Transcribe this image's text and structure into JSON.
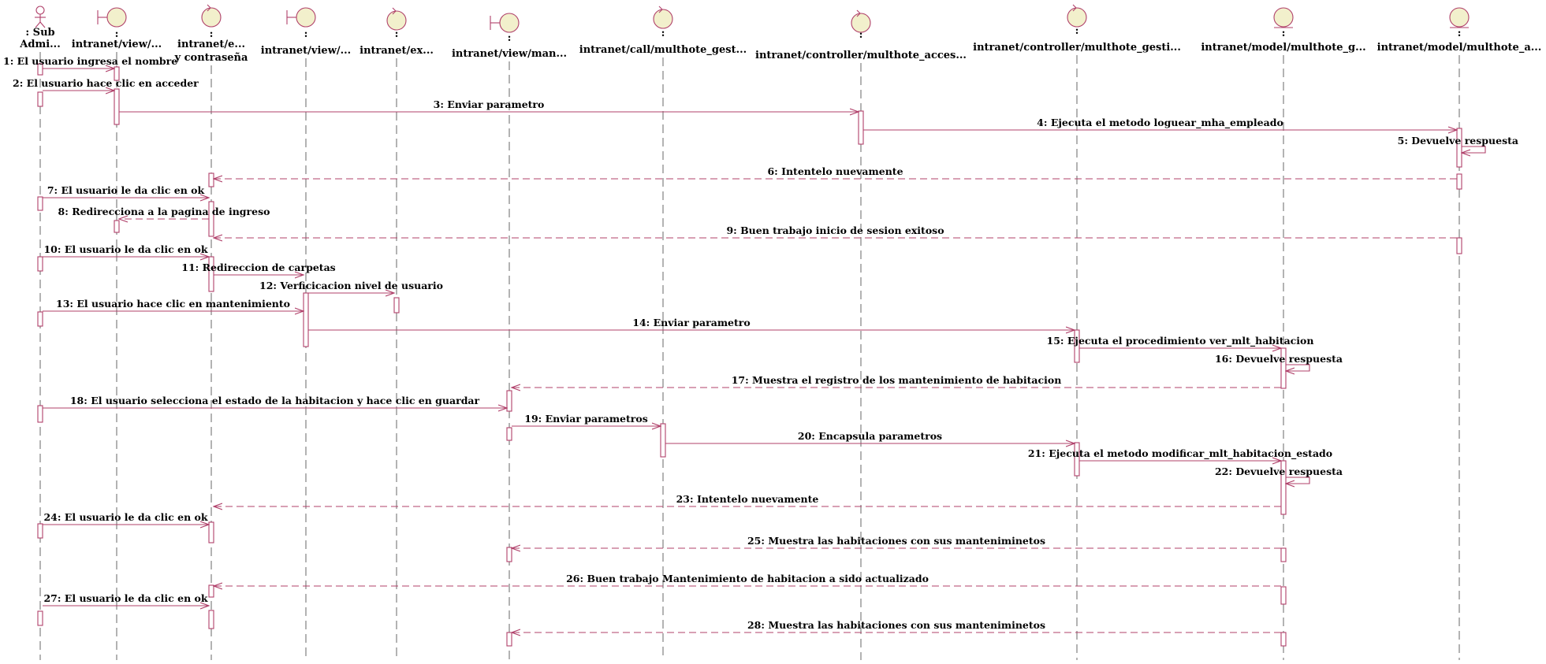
{
  "participants": [
    {
      "id": "p0",
      "type": "actor",
      "labels": [
        ": Sub",
        "Admi..."
      ]
    },
    {
      "id": "p1",
      "type": "boundary",
      "labels": [
        ":",
        "intranet/view/..."
      ]
    },
    {
      "id": "p2",
      "type": "control",
      "labels": [
        ":",
        "intranet/e...",
        " y contraseña"
      ]
    },
    {
      "id": "p3",
      "type": "boundary",
      "labels": [
        ":",
        "intranet/view/..."
      ]
    },
    {
      "id": "p4",
      "type": "control",
      "labels": [
        ":",
        "intranet/ex..."
      ]
    },
    {
      "id": "p5",
      "type": "boundary",
      "labels": [
        ":",
        "intranet/view/man..."
      ]
    },
    {
      "id": "p6",
      "type": "control",
      "labels": [
        ":",
        "intranet/call/multhote_gest..."
      ]
    },
    {
      "id": "p7",
      "type": "control",
      "labels": [
        ":",
        "intranet/controller/multhote_acces..."
      ]
    },
    {
      "id": "p8",
      "type": "control",
      "labels": [
        ":",
        "intranet/controller/multhote_gesti..."
      ]
    },
    {
      "id": "p9",
      "type": "entity",
      "labels": [
        ":",
        "intranet/model/multhote_g..."
      ]
    },
    {
      "id": "p10",
      "type": "entity",
      "labels": [
        ":",
        "intranet/model/multhote_a..."
      ]
    }
  ],
  "messages": [
    {
      "n": 1,
      "text": "1: El usuario ingresa el nombre",
      "from": "p0",
      "to": "p1",
      "kind": "sync"
    },
    {
      "n": 2,
      "text": "2: El usuario hace clic en acceder",
      "from": "p0",
      "to": "p1",
      "kind": "sync"
    },
    {
      "n": 3,
      "text": "3: Enviar parametro",
      "from": "p1",
      "to": "p7",
      "kind": "sync"
    },
    {
      "n": 4,
      "text": "4: Ejecuta el metodo loguear_mha_empleado",
      "from": "p7",
      "to": "p10",
      "kind": "sync"
    },
    {
      "n": 5,
      "text": "5: Devuelve respuesta",
      "from": "p10",
      "to": "p10",
      "kind": "self"
    },
    {
      "n": 6,
      "text": "6: Intentelo nuevamente",
      "from": "p10",
      "to": "p2",
      "kind": "return"
    },
    {
      "n": 7,
      "text": "7: El usuario le da clic en ok",
      "from": "p0",
      "to": "p2",
      "kind": "sync"
    },
    {
      "n": 8,
      "text": "8: Redirecciona a la pagina de ingreso",
      "from": "p2",
      "to": "p1",
      "kind": "return"
    },
    {
      "n": 9,
      "text": "9: Buen trabajo inicio de sesion exitoso",
      "from": "p10",
      "to": "p2",
      "kind": "return"
    },
    {
      "n": 10,
      "text": "10: El usuario le da clic en ok",
      "from": "p0",
      "to": "p2",
      "kind": "sync"
    },
    {
      "n": 11,
      "text": "11: Redireccion de carpetas",
      "from": "p2",
      "to": "p3",
      "kind": "sync"
    },
    {
      "n": 12,
      "text": "12: Verficicacion nivel de usuario",
      "from": "p3",
      "to": "p4",
      "kind": "sync"
    },
    {
      "n": 13,
      "text": "13: El usuario hace clic en mantenimiento",
      "from": "p0",
      "to": "p3",
      "kind": "sync"
    },
    {
      "n": 14,
      "text": "14: Enviar parametro",
      "from": "p3",
      "to": "p8",
      "kind": "sync"
    },
    {
      "n": 15,
      "text": "15: Ejecuta el procedimiento ver_mlt_habitacion",
      "from": "p8",
      "to": "p9",
      "kind": "sync"
    },
    {
      "n": 16,
      "text": "16: Devuelve respuesta",
      "from": "p9",
      "to": "p9",
      "kind": "self"
    },
    {
      "n": 17,
      "text": "17: Muestra el registro de los mantenimiento de habitacion",
      "from": "p9",
      "to": "p5",
      "kind": "return"
    },
    {
      "n": 18,
      "text": "18: El usuario selecciona el estado de la habitacion y hace clic en  guardar",
      "from": "p0",
      "to": "p5",
      "kind": "sync"
    },
    {
      "n": 19,
      "text": "19: Enviar parametros",
      "from": "p5",
      "to": "p6",
      "kind": "sync"
    },
    {
      "n": 20,
      "text": "20: Encapsula parametros",
      "from": "p6",
      "to": "p8",
      "kind": "sync"
    },
    {
      "n": 21,
      "text": "21: Ejecuta el metodo modificar_mlt_habitacion_estado",
      "from": "p8",
      "to": "p9",
      "kind": "sync"
    },
    {
      "n": 22,
      "text": "22: Devuelve respuesta",
      "from": "p9",
      "to": "p9",
      "kind": "self"
    },
    {
      "n": 23,
      "text": "23: Intentelo nuevamente",
      "from": "p9",
      "to": "p2",
      "kind": "return"
    },
    {
      "n": 24,
      "text": "24: El usuario le da clic en ok",
      "from": "p0",
      "to": "p2",
      "kind": "sync"
    },
    {
      "n": 25,
      "text": "25: Muestra las habitaciones con sus manteniminetos",
      "from": "p9",
      "to": "p5",
      "kind": "return"
    },
    {
      "n": 26,
      "text": "26: Buen trabajo Mantenimiento de habitacion a sido actualizado",
      "from": "p9",
      "to": "p2",
      "kind": "return"
    },
    {
      "n": 27,
      "text": "27: El usuario le da clic en ok",
      "from": "p0",
      "to": "p2",
      "kind": "sync"
    },
    {
      "n": 28,
      "text": "28: Muestra las habitaciones con sus manteniminetos",
      "from": "p9",
      "to": "p5",
      "kind": "return"
    }
  ]
}
